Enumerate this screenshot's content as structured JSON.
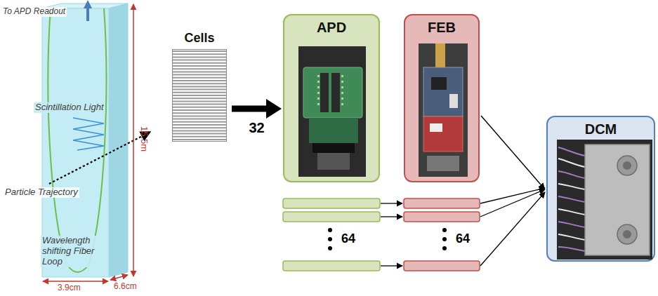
{
  "diagram": {
    "nodes": [
      {
        "text": [
          "Cells"
        ]
      },
      {
        "text": [
          "APD"
        ]
      },
      {
        "text": [
          "FEB"
        ]
      },
      {
        "text": [
          "DCM"
        ]
      }
    ],
    "edges": [
      {
        "from": 0,
        "to": 1,
        "arrow": "to",
        "label": "32"
      },
      {
        "from": 2,
        "to": 3,
        "arrow": "to"
      }
    ],
    "labels": [
      "To APD Readout",
      "Scintillation Light",
      "Particle Trajectory",
      "Wavelength shifting Fiber Loop",
      "15.5m",
      "3.9cm",
      "6.6cm",
      "64",
      "64"
    ]
  }
}
